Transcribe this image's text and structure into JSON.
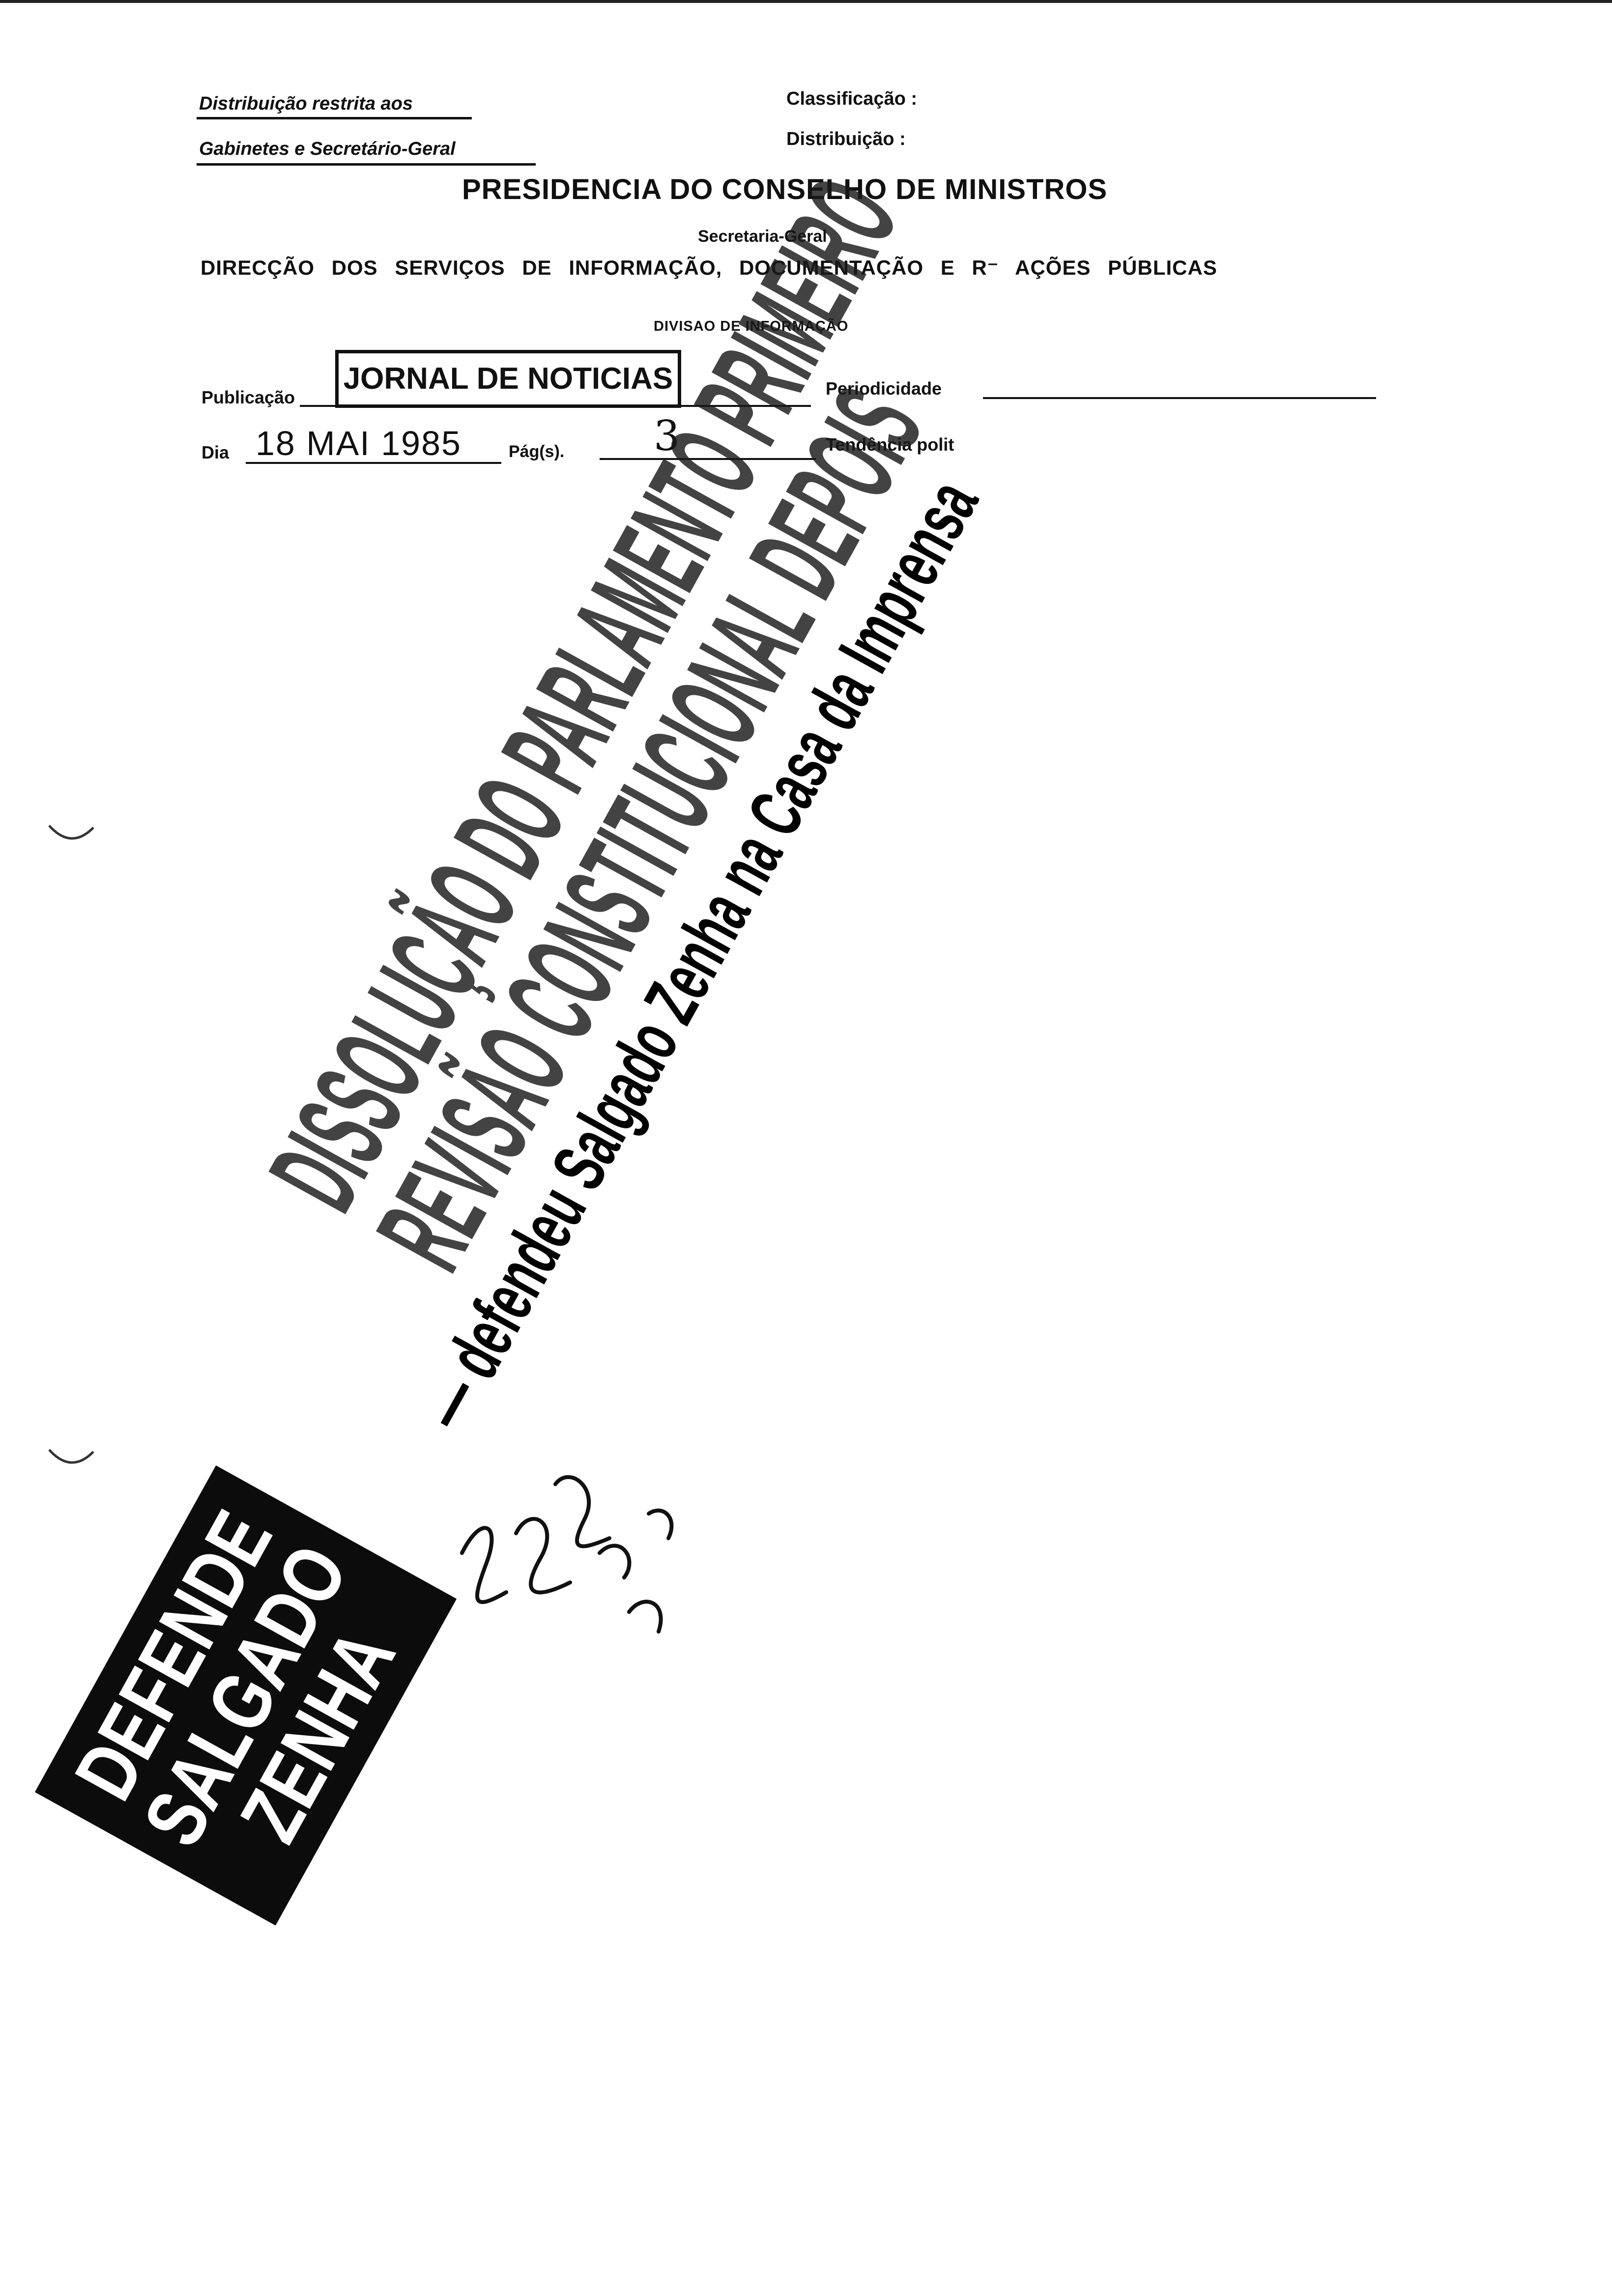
{
  "document": {
    "restriction": {
      "line1": "Distribuição restrita aos",
      "line2": "Gabinetes e Secretário-Geral"
    },
    "classification_label": "Classificação :",
    "distribution_label": "Distribuição :",
    "institution": "PRESIDENCIA DO CONSELHO DE MINISTROS",
    "secretariat": "Secretaria-Geral",
    "direction": "DIRECÇÃO DOS SERVIÇOS DE INFORMAÇÃO, DOCUMENTAÇÃO E R⁻ AÇÕES PÚBLICAS",
    "division": "DIVISAO DE INFORMAÇÃO",
    "form": {
      "publication_label": "Publicação",
      "publication_value": "JORNAL DE NOTICIAS",
      "periodicity_label": "Periodicidade",
      "day_label": "Dia",
      "day_value": "18 MAI 1985",
      "page_label": "Pág(s).",
      "page_value": "3",
      "tendency_label": "Tendência polit"
    }
  },
  "clipping": {
    "headline_line1": "DISSOLUÇÃO DO PARLAMENTO PRIMEIRO",
    "headline_line2": "REVISÃO CONSTITUCIONAL DEPOIS",
    "subhead": "— defendeu Salgado Zenha na Casa da Imprensa",
    "photo_caption": [
      "DEFENDE",
      "SALGADO",
      "ZENHA"
    ]
  }
}
